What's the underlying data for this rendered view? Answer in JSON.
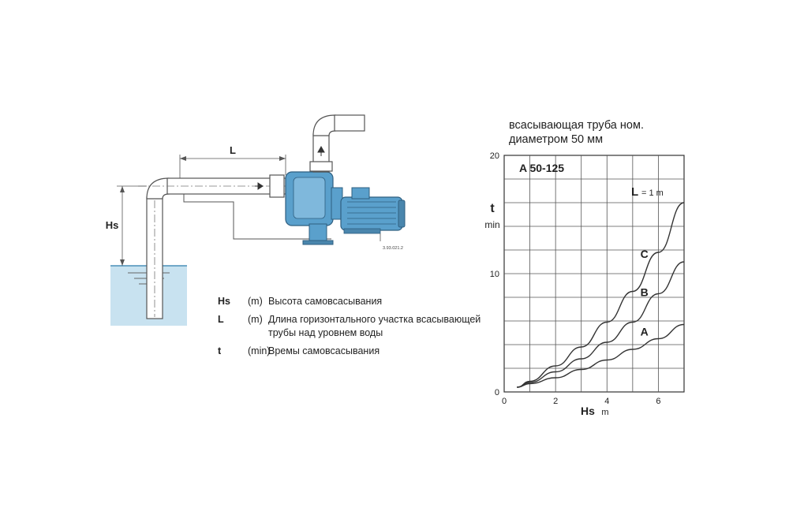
{
  "installation": {
    "dimension_L": "L",
    "dimension_Hs": "Hs",
    "drawing_code": "3.93.021.2"
  },
  "legend": [
    {
      "symbol": "Hs",
      "unit": "(m)",
      "text": "Высота самовсасывания"
    },
    {
      "symbol": "L",
      "unit": "(m)",
      "text": "Длина горизонтального участка всасывающей трубы над уровнем воды"
    },
    {
      "symbol": "t",
      "unit": "(min)",
      "text": "Времы самовсасывания"
    }
  ],
  "chart": {
    "title_line1": "всасывающая труба ном.",
    "title_line2": "диаметром 50 мм",
    "model": "A 50-125",
    "L_symbol": "L",
    "L_value": "= 1 m",
    "y_symbol": "t",
    "y_unit": "min",
    "x_symbol": "Hs",
    "x_unit": "m"
  },
  "chart_data": {
    "type": "line",
    "xlabel": "Hs m",
    "ylabel": "t min",
    "xlim": [
      0,
      7
    ],
    "ylim": [
      0,
      20
    ],
    "x_ticks": [
      "0",
      "2",
      "4",
      "6"
    ],
    "y_ticks": [
      "0",
      "10",
      "20"
    ],
    "grid": true,
    "series": [
      {
        "name": "A",
        "x": [
          0.5,
          1,
          2,
          3,
          4,
          5,
          6,
          7
        ],
        "y": [
          0.4,
          0.7,
          1.2,
          1.9,
          2.7,
          3.6,
          4.5,
          5.7
        ]
      },
      {
        "name": "B",
        "x": [
          0.5,
          1,
          2,
          3,
          4,
          5,
          6,
          7
        ],
        "y": [
          0.4,
          0.8,
          1.7,
          2.8,
          4.2,
          5.9,
          8.3,
          11.0
        ]
      },
      {
        "name": "C",
        "x": [
          0.5,
          1,
          2,
          3,
          4,
          5,
          6,
          7
        ],
        "y": [
          0.4,
          0.9,
          2.2,
          3.8,
          5.9,
          8.5,
          11.8,
          16.0
        ]
      }
    ]
  },
  "colors": {
    "water": "#c8e2f0",
    "pump": "#5aa0cc",
    "pipe_outline": "#555555",
    "grid": "#444444"
  }
}
